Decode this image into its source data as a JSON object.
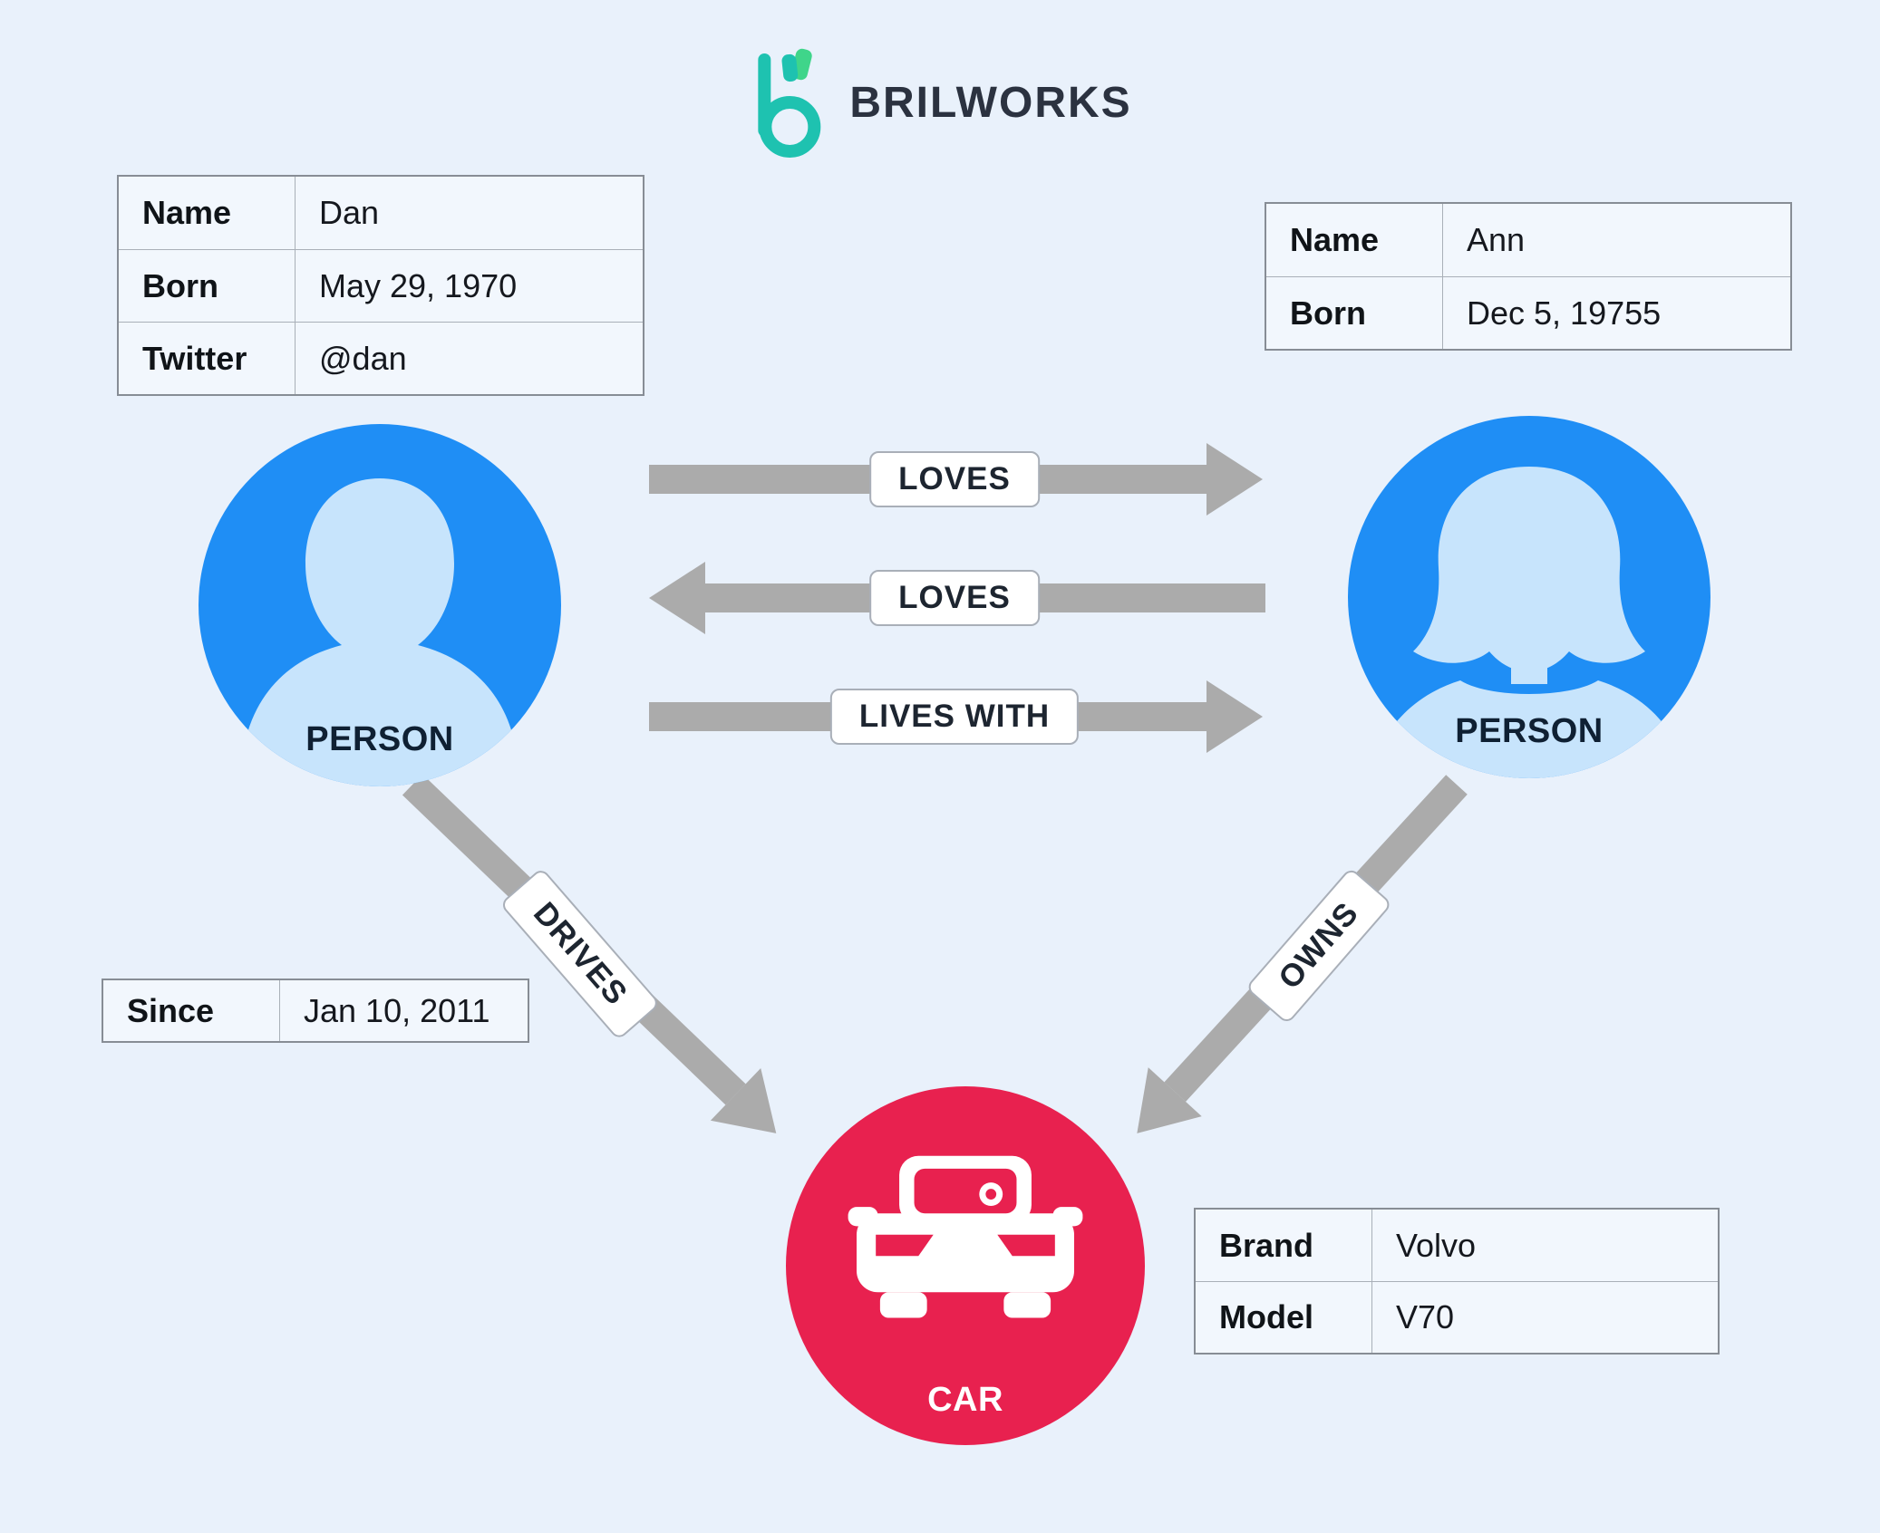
{
  "logo": {
    "text": "BRILWORKS"
  },
  "colors": {
    "background": "#e9f1fb",
    "node_blue": "#1f8ef5",
    "silhouette_blue": "#c7e4fc",
    "node_red": "#e8214f",
    "arrow_gray": "#ababab",
    "brand_teal": "#1ec2b0",
    "brand_green": "#3fd58a"
  },
  "tables": {
    "dan": {
      "rows": [
        {
          "label": "Name",
          "value": "Dan"
        },
        {
          "label": "Born",
          "value": "May 29, 1970"
        },
        {
          "label": "Twitter",
          "value": "@dan"
        }
      ]
    },
    "ann": {
      "rows": [
        {
          "label": "Name",
          "value": "Ann"
        },
        {
          "label": "Born",
          "value": "Dec 5, 19755"
        }
      ]
    },
    "since": {
      "rows": [
        {
          "label": "Since",
          "value": "Jan 10, 2011"
        }
      ]
    },
    "car": {
      "rows": [
        {
          "label": "Brand",
          "value": "Volvo"
        },
        {
          "label": "Model",
          "value": "V70"
        }
      ]
    }
  },
  "nodes": {
    "person_left": {
      "label": "PERSON"
    },
    "person_right": {
      "label": "PERSON"
    },
    "car": {
      "label": "CAR"
    }
  },
  "relationships": {
    "loves_ltr": "LOVES",
    "loves_rtl": "LOVES",
    "lives_with": "LIVES WITH",
    "drives": "DRIVES",
    "owns": "OWNS"
  }
}
